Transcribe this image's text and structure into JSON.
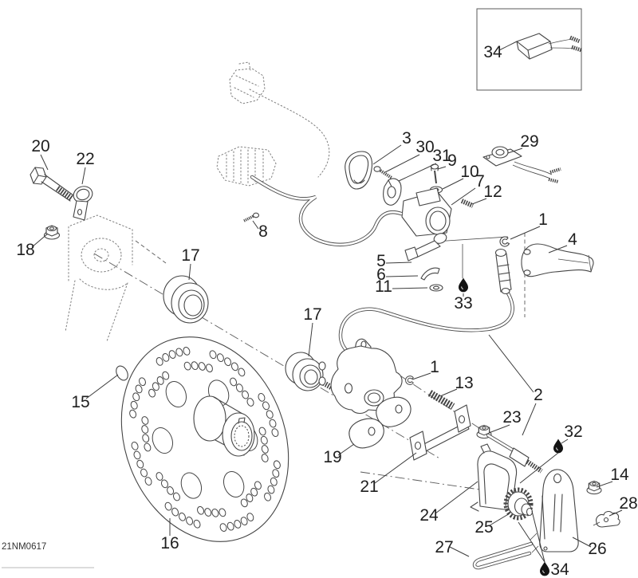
{
  "drawing": {
    "code": "21NM0617",
    "callouts": {
      "n1a": "1",
      "n1b": "1",
      "n2": "2",
      "n3": "3",
      "n4": "4",
      "n5": "5",
      "n6": "6",
      "n7": "7",
      "n8": "8",
      "n9": "9",
      "n10": "10",
      "n11": "11",
      "n12": "12",
      "n13": "13",
      "n14": "14",
      "n15": "15",
      "n16": "16",
      "n17a": "17",
      "n17b": "17",
      "n18": "18",
      "n19": "19",
      "n20": "20",
      "n21": "21",
      "n22": "22",
      "n23": "23",
      "n24": "24",
      "n25": "25",
      "n26": "26",
      "n27": "27",
      "n28": "28",
      "n29": "29",
      "n30": "30",
      "n31": "31",
      "n32": "32",
      "n33": "33",
      "n34a": "34",
      "n34b": "34"
    },
    "icons": {
      "lubricant_droplet": "teardrop"
    },
    "colors": {
      "background": "#ffffff",
      "line": "#454545",
      "label": "#1f1f1f"
    }
  }
}
